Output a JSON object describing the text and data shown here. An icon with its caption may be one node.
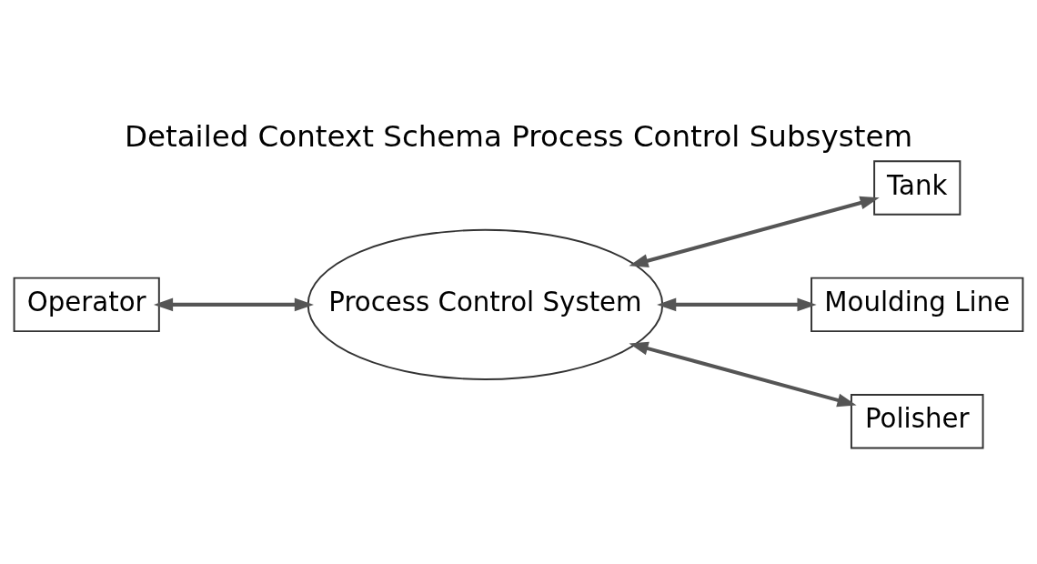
{
  "diagram": {
    "title": "Detailed Context Schema Process Control Subsystem",
    "nodes": [
      {
        "text": [
          "Operator"
        ]
      },
      {
        "text": [
          "Process Control System"
        ]
      },
      {
        "text": [
          "Tank"
        ]
      },
      {
        "text": [
          "Moulding Line"
        ]
      },
      {
        "text": [
          "Polisher"
        ]
      }
    ],
    "edges": [
      {
        "from": 0,
        "to": 1,
        "arrow": "both"
      },
      {
        "from": 1,
        "to": 2,
        "arrow": "both"
      },
      {
        "from": 1,
        "to": 3,
        "arrow": "both"
      },
      {
        "from": 1,
        "to": 4,
        "arrow": "both"
      }
    ]
  }
}
